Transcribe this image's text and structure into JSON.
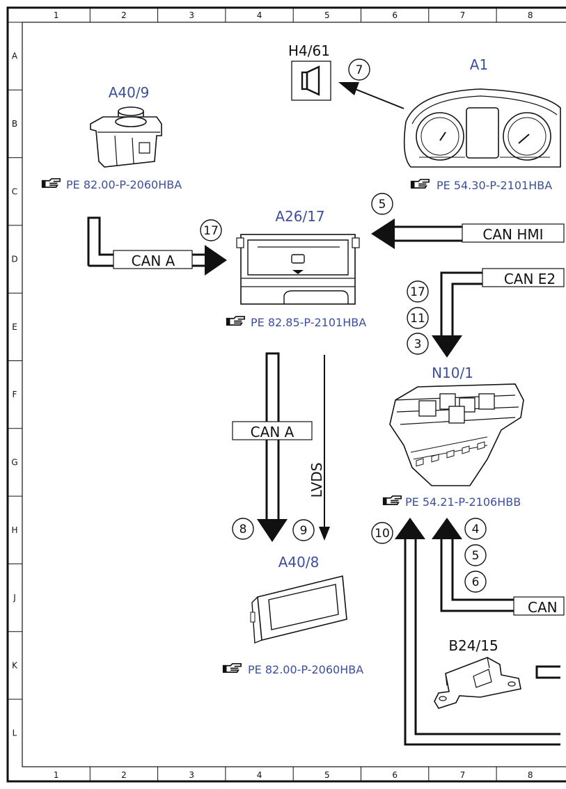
{
  "grid": {
    "columns": [
      "1",
      "2",
      "3",
      "4",
      "5",
      "6",
      "7",
      "8"
    ],
    "rows": [
      "A",
      "B",
      "C",
      "D",
      "E",
      "F",
      "G",
      "H",
      "J",
      "K",
      "L"
    ]
  },
  "components": {
    "h4_61": "H4/61",
    "a1": "A1",
    "a40_9": "A40/9",
    "a26_17": "A26/17",
    "n10_1": "N10/1",
    "a40_8": "A40/8",
    "b24_15": "B24/15"
  },
  "references": {
    "a40_9": "PE 82.00-P-2060HBA",
    "a1": "PE 54.30-P-2101HBA",
    "a26_17": "PE 82.85-P-2101HBA",
    "n10_1": "PE 54.21-P-2106HBB",
    "a40_8": "PE 82.00-P-2060HBA"
  },
  "buses": {
    "can_a_left": "CAN A",
    "can_hmi": "CAN HMI",
    "can_e2": "CAN E2",
    "can_a_down": "CAN A",
    "lvds": "LVDS",
    "can_partial": "CAN"
  },
  "markers": {
    "m7": "7",
    "m5_top": "5",
    "m17_a26": "17",
    "m17_n10": "17",
    "m11": "11",
    "m3": "3",
    "m8": "8",
    "m9": "9",
    "m10": "10",
    "m4": "4",
    "m5_low": "5",
    "m6": "6"
  },
  "icons": {
    "reference": "pointing-hand-icon",
    "speaker": "speaker-icon"
  }
}
